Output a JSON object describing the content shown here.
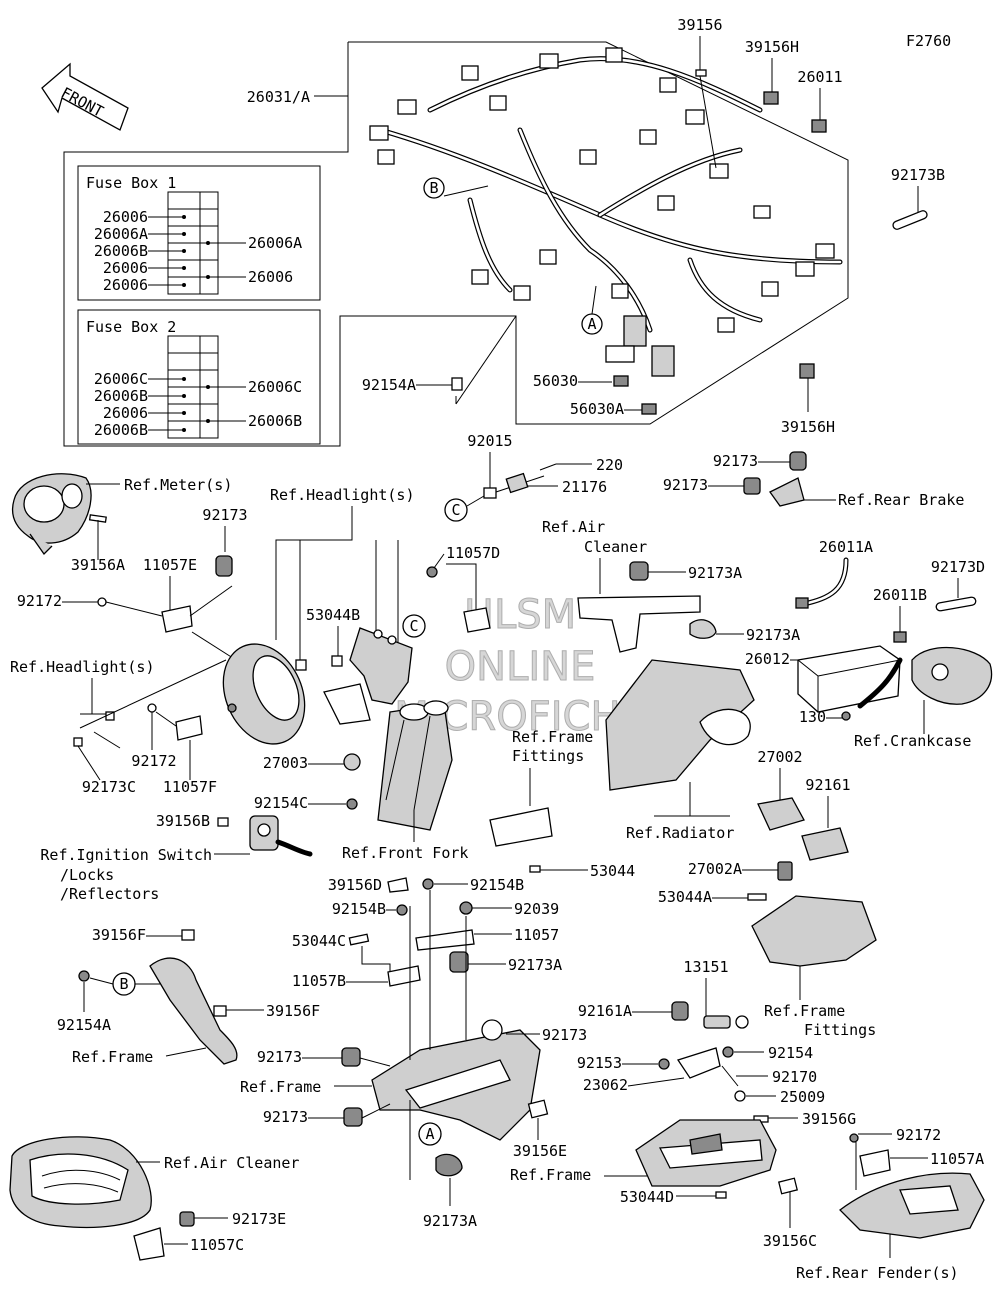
{
  "figure_code": "F2760",
  "front_label": "FRONT",
  "watermark": [
    "HLSM",
    "ONLINE",
    "MICROFICHE"
  ],
  "circles": {
    "a": "A",
    "b": "B",
    "c": "C"
  },
  "fuse_box_1": {
    "title": "Fuse Box 1",
    "left_labels": [
      "26006",
      "26006A",
      "26006B",
      "26006",
      "26006"
    ],
    "right_labels": [
      "26006A",
      "26006"
    ]
  },
  "fuse_box_2": {
    "title": "Fuse Box 2",
    "left_labels": [
      "26006C",
      "26006B",
      "26006",
      "26006B"
    ],
    "right_labels": [
      "26006C",
      "26006B"
    ]
  },
  "labels": {
    "p26031A": "26031/A",
    "p39156_top": "39156",
    "p39156H_top": "39156H",
    "p26011": "26011",
    "p92173B": "92173B",
    "p92154A": "92154A",
    "p56030": "56030",
    "p56030A": "56030A",
    "p39156H_bot": "39156H",
    "p92015": "92015",
    "p220": "220",
    "p21176": "21176",
    "p92173_rb1": "92173",
    "p92173_rb2": "92173",
    "ref_rear_brake": "Ref.Rear Brake",
    "ref_meter": "Ref.Meter(s)",
    "ref_headlight1": "Ref.Headlight(s)",
    "p11057D": "11057D",
    "p92173_meter": "92173",
    "p39156A": "39156A",
    "p11057E": "11057E",
    "p92172_a": "92172",
    "p53044B": "53044B",
    "ref_headlight2": "Ref.Headlight(s)",
    "p92172_b": "92172",
    "p92173C": "92173C",
    "p11057F": "11057F",
    "ref_air_cleaner_1": "Ref.Air",
    "ref_air_cleaner_2": "Cleaner",
    "p92173A_1": "92173A",
    "p92173A_2": "92173A",
    "p26011A": "26011A",
    "p92173D": "92173D",
    "p26011B": "26011B",
    "p26012": "26012",
    "p130": "130",
    "ref_crankcase": "Ref.Crankcase",
    "ref_frame_fittings_1a": "Ref.Frame",
    "ref_frame_fittings_1b": "Fittings",
    "p27003": "27003",
    "p92154C": "92154C",
    "p39156B": "39156B",
    "ref_ignition_1": "Ref.Ignition Switch",
    "ref_ignition_2": "/Locks",
    "ref_ignition_3": "/Reflectors",
    "ref_front_fork": "Ref.Front Fork",
    "p53044": "53044",
    "ref_radiator": "Ref.Radiator",
    "p27002": "27002",
    "p92161": "92161",
    "p27002A": "27002A",
    "p53044A": "53044A",
    "p39156D": "39156D",
    "p92154B_1": "92154B",
    "p92154B_2": "92154B",
    "p92039": "92039",
    "p39156F_1": "39156F",
    "p53044C": "53044C",
    "p11057": "11057",
    "p11057B": "11057B",
    "p92173A_3": "92173A",
    "p39156F_2": "39156F",
    "p92154A_2": "92154A",
    "ref_frame_1": "Ref.Frame",
    "p92173_c1": "92173",
    "p92173_c2": "92173",
    "ref_frame_2": "Ref.Frame",
    "p92173_c3": "92173",
    "p39156E": "39156E",
    "ref_frame_3": "Ref.Frame",
    "p92173A_4": "92173A",
    "ref_frame_fittings_2a": "Ref.Frame",
    "ref_frame_fittings_2b": "Fittings",
    "p13151": "13151",
    "p92161A": "92161A",
    "p92154": "92154",
    "p92153": "92153",
    "p23062": "23062",
    "p92170": "92170",
    "p25009": "25009",
    "p39156G": "39156G",
    "p92172_c": "92172",
    "p11057A": "11057A",
    "p53044D": "53044D",
    "p39156C": "39156C",
    "ref_air_cleaner_b": "Ref.Air Cleaner",
    "p92173E": "92173E",
    "p11057C": "11057C",
    "ref_rear_fender": "Ref.Rear Fender(s)"
  }
}
